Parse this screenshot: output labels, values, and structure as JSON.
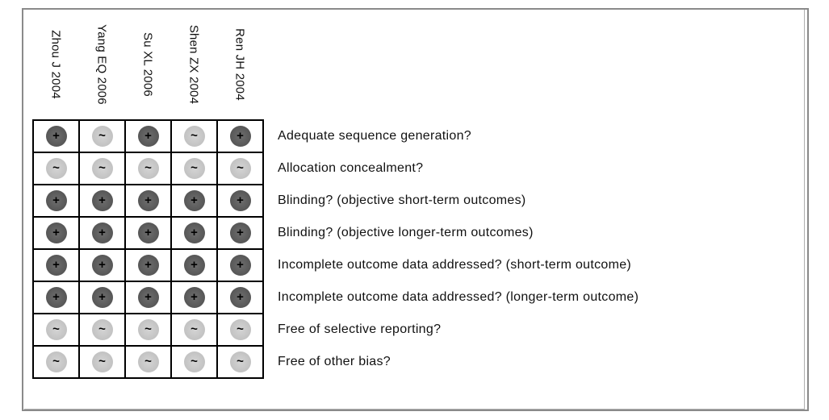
{
  "studies": [
    "Zhou J 2004",
    "Yang EQ 2006",
    "Su XL 2006",
    "Shen ZX 2004",
    "Ren JH 2004"
  ],
  "criteria": [
    {
      "label": "Adequate sequence generation?",
      "judgements": [
        "+",
        "?",
        "+",
        "?",
        "+"
      ]
    },
    {
      "label": "Allocation concealment?",
      "judgements": [
        "?",
        "?",
        "?",
        "?",
        "?"
      ]
    },
    {
      "label": "Blinding? (objective short-term outcomes)",
      "judgements": [
        "+",
        "+",
        "+",
        "+",
        "+"
      ]
    },
    {
      "label": "Blinding? (objective longer-term outcomes)",
      "judgements": [
        "+",
        "+",
        "+",
        "+",
        "+"
      ]
    },
    {
      "label": "Incomplete outcome data addressed? (short-term outcome)",
      "judgements": [
        "+",
        "+",
        "+",
        "+",
        "+"
      ]
    },
    {
      "label": "Incomplete outcome data addressed? (longer-term outcome)",
      "judgements": [
        "+",
        "+",
        "+",
        "+",
        "+"
      ]
    },
    {
      "label": "Free of selective reporting?",
      "judgements": [
        "?",
        "?",
        "?",
        "?",
        "?"
      ]
    },
    {
      "label": "Free of other bias?",
      "judgements": [
        "?",
        "?",
        "?",
        "?",
        "?"
      ]
    }
  ],
  "symbols": {
    "low_risk": "+",
    "unclear_risk": "~"
  },
  "colors": {
    "low_risk": "#5a5a5a",
    "unclear_risk": "#c2c2c2",
    "border": "#000000"
  }
}
